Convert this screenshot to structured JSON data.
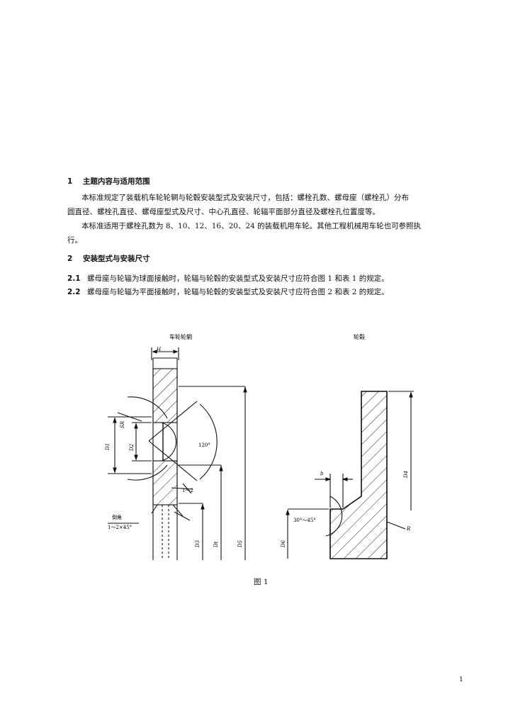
{
  "section1": {
    "number": "1",
    "title": "主题内容与适用范围",
    "para1_line1": "本标准规定了装载机车轮轮辋与轮毂安装型式及安装尺寸，包括：螺栓孔数、螺母座（螺栓孔）分布",
    "para1_line2": "圆直径、螺栓孔直径、螺母座型式及尺寸、中心孔直径、轮辐平面部分直径及螺栓孔位置度等。",
    "para2_line1": "本标准适用于螺栓孔数为 8、10、12、16、20、24 的装载机用车轮。其他工程机械用车轮也可参照执",
    "para2_line2": "行。"
  },
  "section2": {
    "number": "2",
    "title": "安装型式与安装尺寸",
    "item1_number": "2.1",
    "item1_text": "螺母座与轮辐为球面接触时，轮辐与轮毂的安装型式及安装尺寸应符合图 1 和表 1 的规定。",
    "item2_number": "2.2",
    "item2_text": "螺母座与轮辐为平面接触时，轮辐与轮毂的安装型式及安装尺寸应符合图 2 和表 2 的规定。"
  },
  "figure": {
    "left_title": "车轮轮辋",
    "right_title": "轮毂",
    "label_H": "H",
    "label_SR": "SR",
    "label_D1": "D1",
    "label_D2": "D2",
    "label_angle_120": "120°",
    "label_1_2": "1～2",
    "chamfer_title": "倒角",
    "chamfer_spec": "1～2×45°",
    "label_D3": "D3",
    "label_Dt": "Dt",
    "label_D5": "D5",
    "label_D4": "D4",
    "label_b": "b",
    "label_angle_30_45": "30°～45°",
    "label_R": "R",
    "label_D6": "D6",
    "caption": "图 1"
  },
  "footer": {
    "page_number": "1"
  }
}
